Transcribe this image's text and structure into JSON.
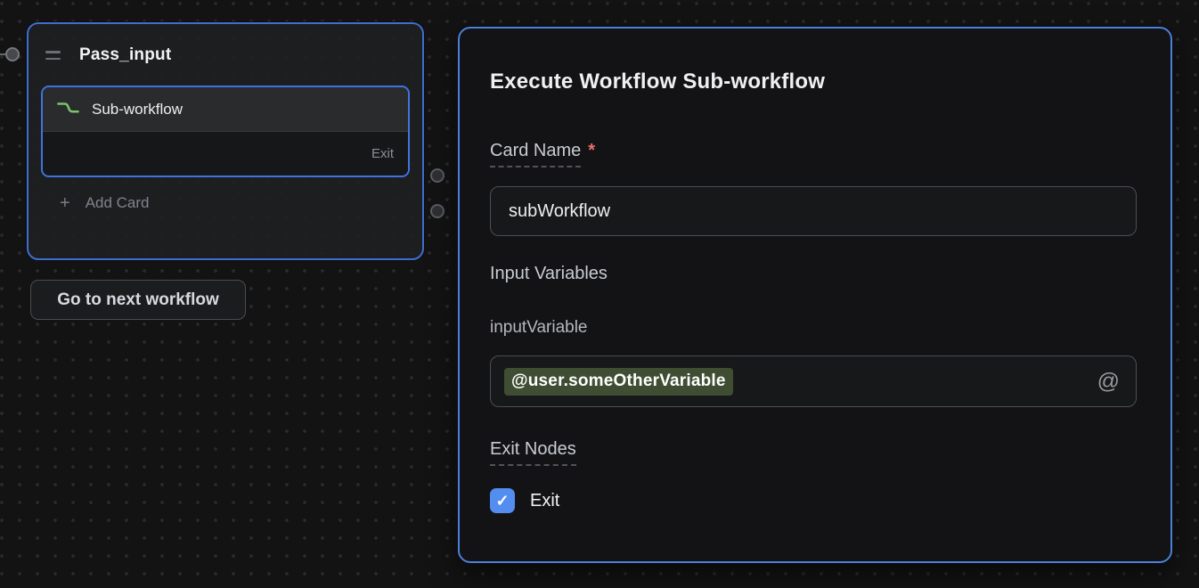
{
  "canvas": {
    "node": {
      "title": "Pass_input",
      "card_label": "Sub-workflow",
      "card_exit_label": "Exit",
      "add_card_label": "Add Card"
    },
    "next_workflow_button_label": "Go to next workflow"
  },
  "panel": {
    "title": "Execute Workflow Sub-workflow",
    "card_name_label": "Card Name",
    "required_marker": "*",
    "card_name_value": "subWorkflow",
    "input_variables_label": "Input Variables",
    "input_variable_name": "inputVariable",
    "input_variable_value": "@user.someOtherVariable",
    "exit_nodes_label": "Exit Nodes",
    "exit_checkbox_label": "Exit",
    "exit_checkbox_checked": true
  },
  "icons": {
    "plus": "+",
    "mention": "@",
    "checkmark": "✓"
  },
  "colors": {
    "panel_border_blue": "#4c80da",
    "node_border_blue": "#3f6ecf",
    "checkbox_blue": "#548df0",
    "required_red": "#ed6f67",
    "variable_token_bg": "#3f4e33",
    "subworkflow_icon_green": "#7cc36b"
  }
}
